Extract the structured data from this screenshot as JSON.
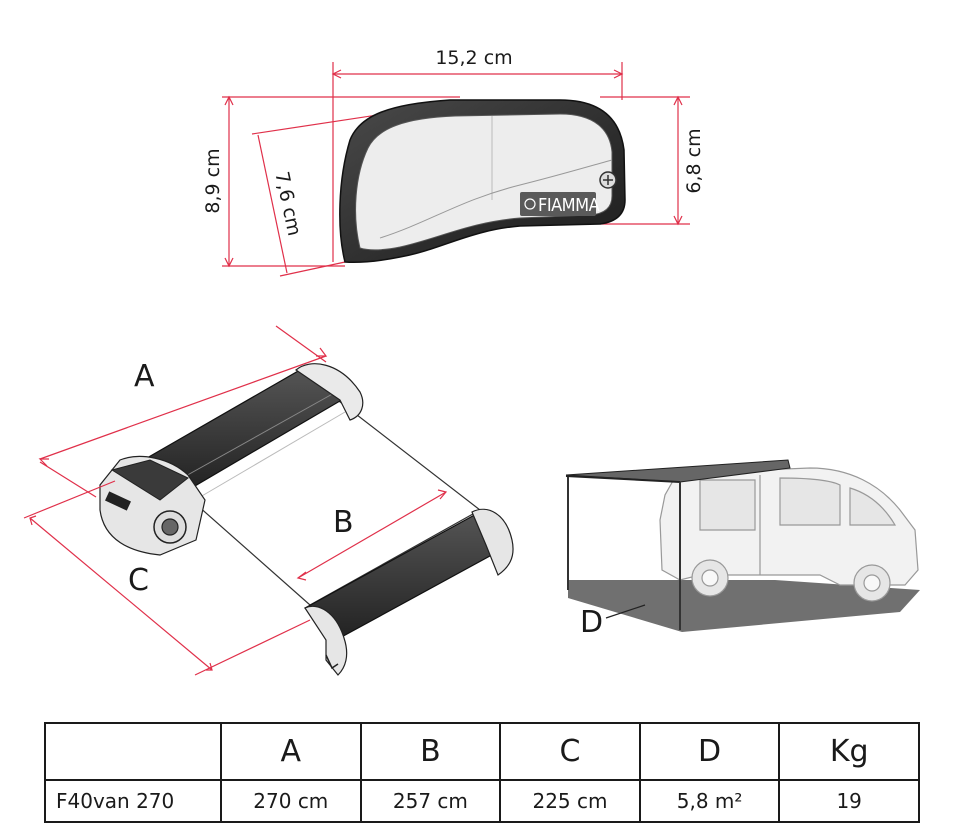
{
  "top_view": {
    "width_label": "15,2 cm",
    "height_outer_label": "8,9 cm",
    "height_diag_label": "7,6 cm",
    "height_inner_label": "6,8 cm",
    "logo": "FIAMMA"
  },
  "perspective_view": {
    "label_a": "A",
    "label_b": "B",
    "label_c": "C"
  },
  "van_view": {
    "label_d": "D"
  },
  "colors": {
    "dimension_line": "#e0304a",
    "housing_dark": "#333333",
    "housing_light": "#e9e9e9",
    "shadow": "#707070"
  },
  "spec_table": {
    "headers": [
      "",
      "A",
      "B",
      "C",
      "D",
      "Kg"
    ],
    "rows": [
      [
        "F40van  270",
        "270 cm",
        "257 cm",
        "225 cm",
        "5,8 m²",
        "19"
      ]
    ]
  }
}
